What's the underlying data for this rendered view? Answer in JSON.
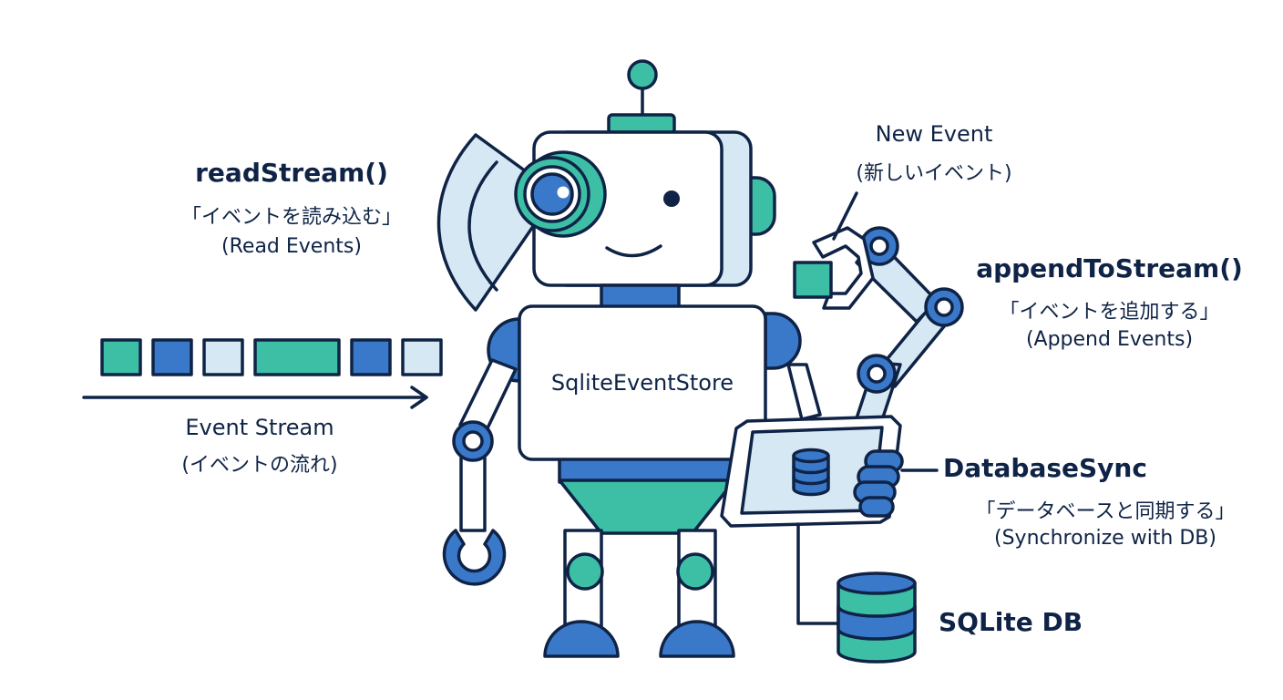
{
  "colors": {
    "outline": "#0f2346",
    "blue": "#3a78c9",
    "teal": "#3dbfa6",
    "pale": "#d6e8f4",
    "white": "#ffffff"
  },
  "robot": {
    "body_label": "SqliteEventStore"
  },
  "read_stream": {
    "title": "readStream()",
    "japanese": "「イベントを読み込む」",
    "english": "(Read Events)"
  },
  "new_event": {
    "title": "New Event",
    "japanese": "(新しいイベント)"
  },
  "append_to_stream": {
    "title": "appendToStream()",
    "japanese": "「イベントを追加する」",
    "english": "(Append Events)"
  },
  "event_stream": {
    "title": "Event Stream",
    "japanese": "(イベントの流れ)",
    "block_colors": [
      "teal",
      "blue",
      "pale",
      "teal",
      "blue",
      "pale"
    ]
  },
  "database_sync": {
    "title": "DatabaseSync",
    "japanese": "「データベースと同期する」",
    "english": "(Synchronize with DB)"
  },
  "sqlite_db": {
    "title": "SQLite DB"
  }
}
